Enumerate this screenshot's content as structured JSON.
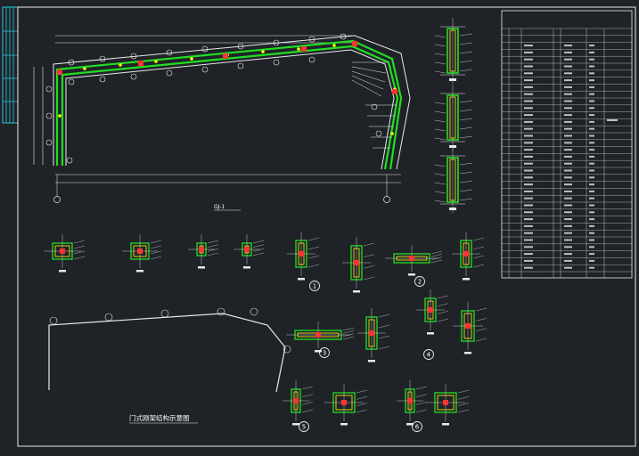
{
  "drawing": {
    "main_frame_label": "GJ-1",
    "plan_title": "门式刚架结构示意图",
    "detail_numbers": [
      "1",
      "2",
      "3",
      "4",
      "5",
      "6"
    ]
  },
  "colors": {
    "background": "#1f2328",
    "line": "#e8e8e8",
    "member": "#22dd22",
    "highlight": "#ffff00",
    "accent": "#ff3333",
    "cyan": "#22c8d8"
  }
}
